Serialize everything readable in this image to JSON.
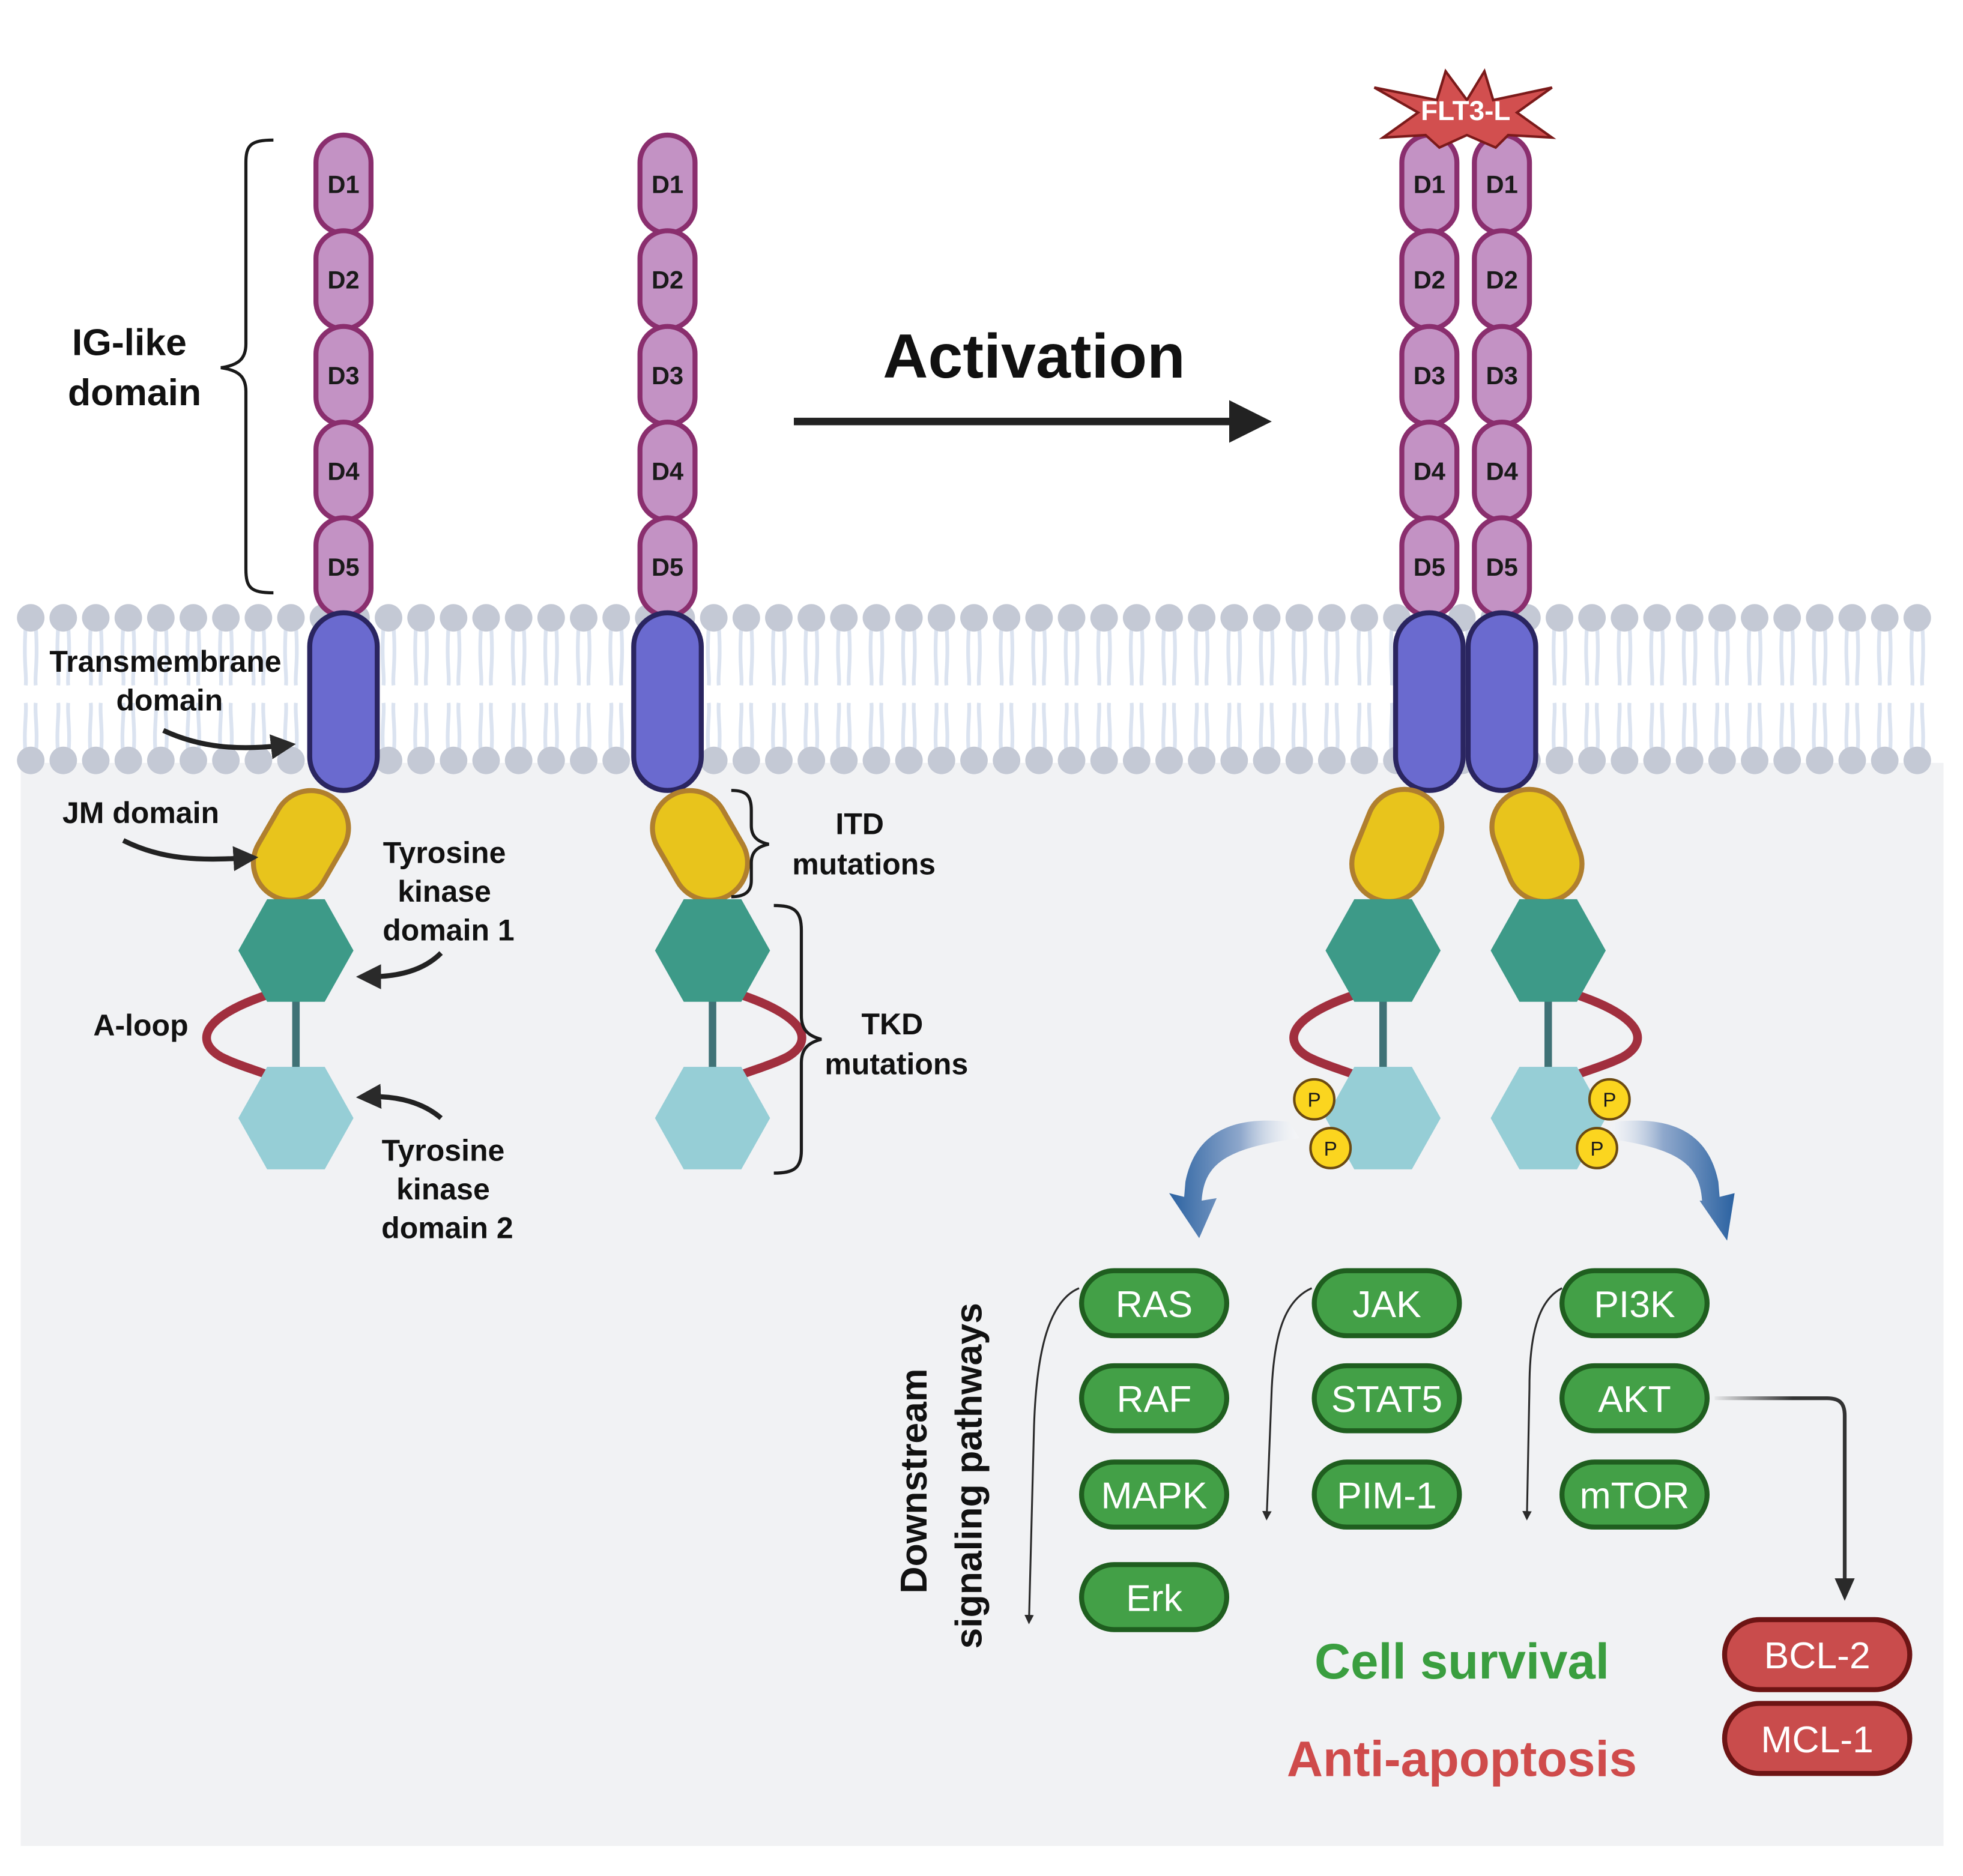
{
  "colors": {
    "background": "#ffffff",
    "cytoplasm": "#f1f2f4",
    "lipid_head": "#c4c9d5",
    "lipid_tail": "#dbe3f0",
    "ig_fill": "#c392c4",
    "ig_stroke": "#8a2e6e",
    "tm_fill": "#6a6acf",
    "tm_stroke": "#2a2560",
    "jm_fill": "#e8c41c",
    "jm_stroke": "#b07f2e",
    "tkd1_fill": "#3d9a88",
    "tkd2_fill": "#96ced6",
    "aloop": "#a12f3e",
    "linker": "#3f7276",
    "ligand_fill": "#d24f4f",
    "ligand_stroke": "#7b1a1a",
    "phospho_fill": "#fbd51f",
    "phospho_stroke": "#6b4a12",
    "arrow_blue": "#2b62a1",
    "node_green": "#43a047",
    "node_green_stroke": "#1f5e1f",
    "node_red": "#c94c4c",
    "node_red_stroke": "#6d1414",
    "cell_survival": "#3a9e3f",
    "anti_apoptosis": "#cf4b4b"
  },
  "labels": {
    "ig_like_domain": [
      "IG-like",
      "domain"
    ],
    "transmembrane_domain": [
      "Transmembrane",
      "domain"
    ],
    "jm_domain": "JM domain",
    "tyrosine_kinase_domain_1": [
      "Tyrosine",
      "kinase",
      "domain 1"
    ],
    "tyrosine_kinase_domain_2": [
      "Tyrosine",
      "kinase",
      "domain 2"
    ],
    "a_loop": "A-loop",
    "itd_mutations": [
      "ITD",
      "mutations"
    ],
    "tkd_mutations": [
      "TKD",
      "mutations"
    ],
    "activation": "Activation",
    "ligand": "FLT3-L",
    "downstream": [
      "Downstream",
      "signaling pathways"
    ],
    "phospho": "P"
  },
  "ig_domains": [
    "D1",
    "D2",
    "D3",
    "D4",
    "D5"
  ],
  "pathways": [
    {
      "name": "ras",
      "nodes": [
        "RAS",
        "RAF",
        "MAPK",
        "Erk"
      ]
    },
    {
      "name": "jak",
      "nodes": [
        "JAK",
        "STAT5",
        "PIM-1"
      ]
    },
    {
      "name": "pi3k",
      "nodes": [
        "PI3K",
        "AKT",
        "mTOR"
      ]
    }
  ],
  "anti_apoptotic_nodes": [
    "BCL-2",
    "MCL-1"
  ],
  "outcomes": {
    "cell_survival": "Cell survival",
    "anti_apoptosis": "Anti-apoptosis"
  }
}
